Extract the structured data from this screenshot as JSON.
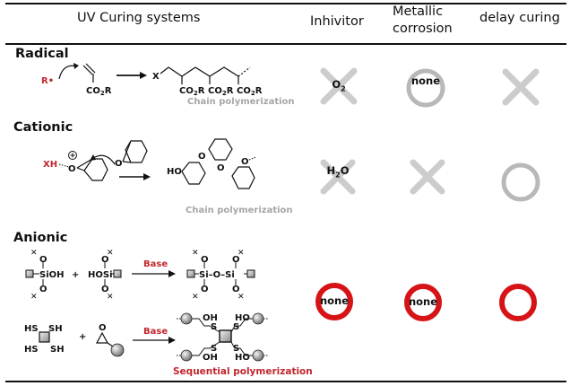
{
  "header": {
    "col_systems": "UV Curing systems",
    "col_inhibitor": "Inhivitor",
    "col_metallic_line1": "Metallic",
    "col_metallic_line2": "corrosion",
    "col_delay": "delay curing"
  },
  "rows": [
    {
      "name": "Radical",
      "initiator": "R•",
      "monomer_group": "CO2R",
      "chain_start": "X",
      "caption": "Chain polymerization",
      "inhibitor": {
        "mark": "cross",
        "color": "gray",
        "label": "O2"
      },
      "metallic_corrosion": {
        "mark": "circle",
        "color": "gray",
        "label": "none"
      },
      "delay_curing": {
        "mark": "cross",
        "color": "gray",
        "label": ""
      }
    },
    {
      "name": "Cationic",
      "initiator": "XH",
      "charge": "⊕",
      "end_group": "HO",
      "caption": "Chain polymerization",
      "inhibitor": {
        "mark": "cross",
        "color": "gray",
        "label": "H2O"
      },
      "metallic_corrosion": {
        "mark": "cross",
        "color": "gray",
        "label": ""
      },
      "delay_curing": {
        "mark": "circle",
        "color": "gray",
        "label": ""
      }
    },
    {
      "name": "Anionic",
      "catalyst_label": "Base",
      "reactant_a": "SiOH",
      "reactant_b": "HOSi",
      "product_link": "Si–O–Si",
      "thiol_label": "SH",
      "hydroxyl_label": "OH",
      "caption": "Sequential polymerization",
      "inhibitor": {
        "mark": "circle",
        "color": "red",
        "label": "none"
      },
      "metallic_corrosion": {
        "mark": "circle",
        "color": "red",
        "label": "none"
      },
      "delay_curing": {
        "mark": "circle",
        "color": "red",
        "label": ""
      }
    }
  ],
  "colors": {
    "gray_mark": "#c8c8c8",
    "gray_ring": "#b3b3b3",
    "red_ring": "#d61418",
    "red_text": "#c0272d",
    "caption_gray": "#a6a6a6"
  }
}
